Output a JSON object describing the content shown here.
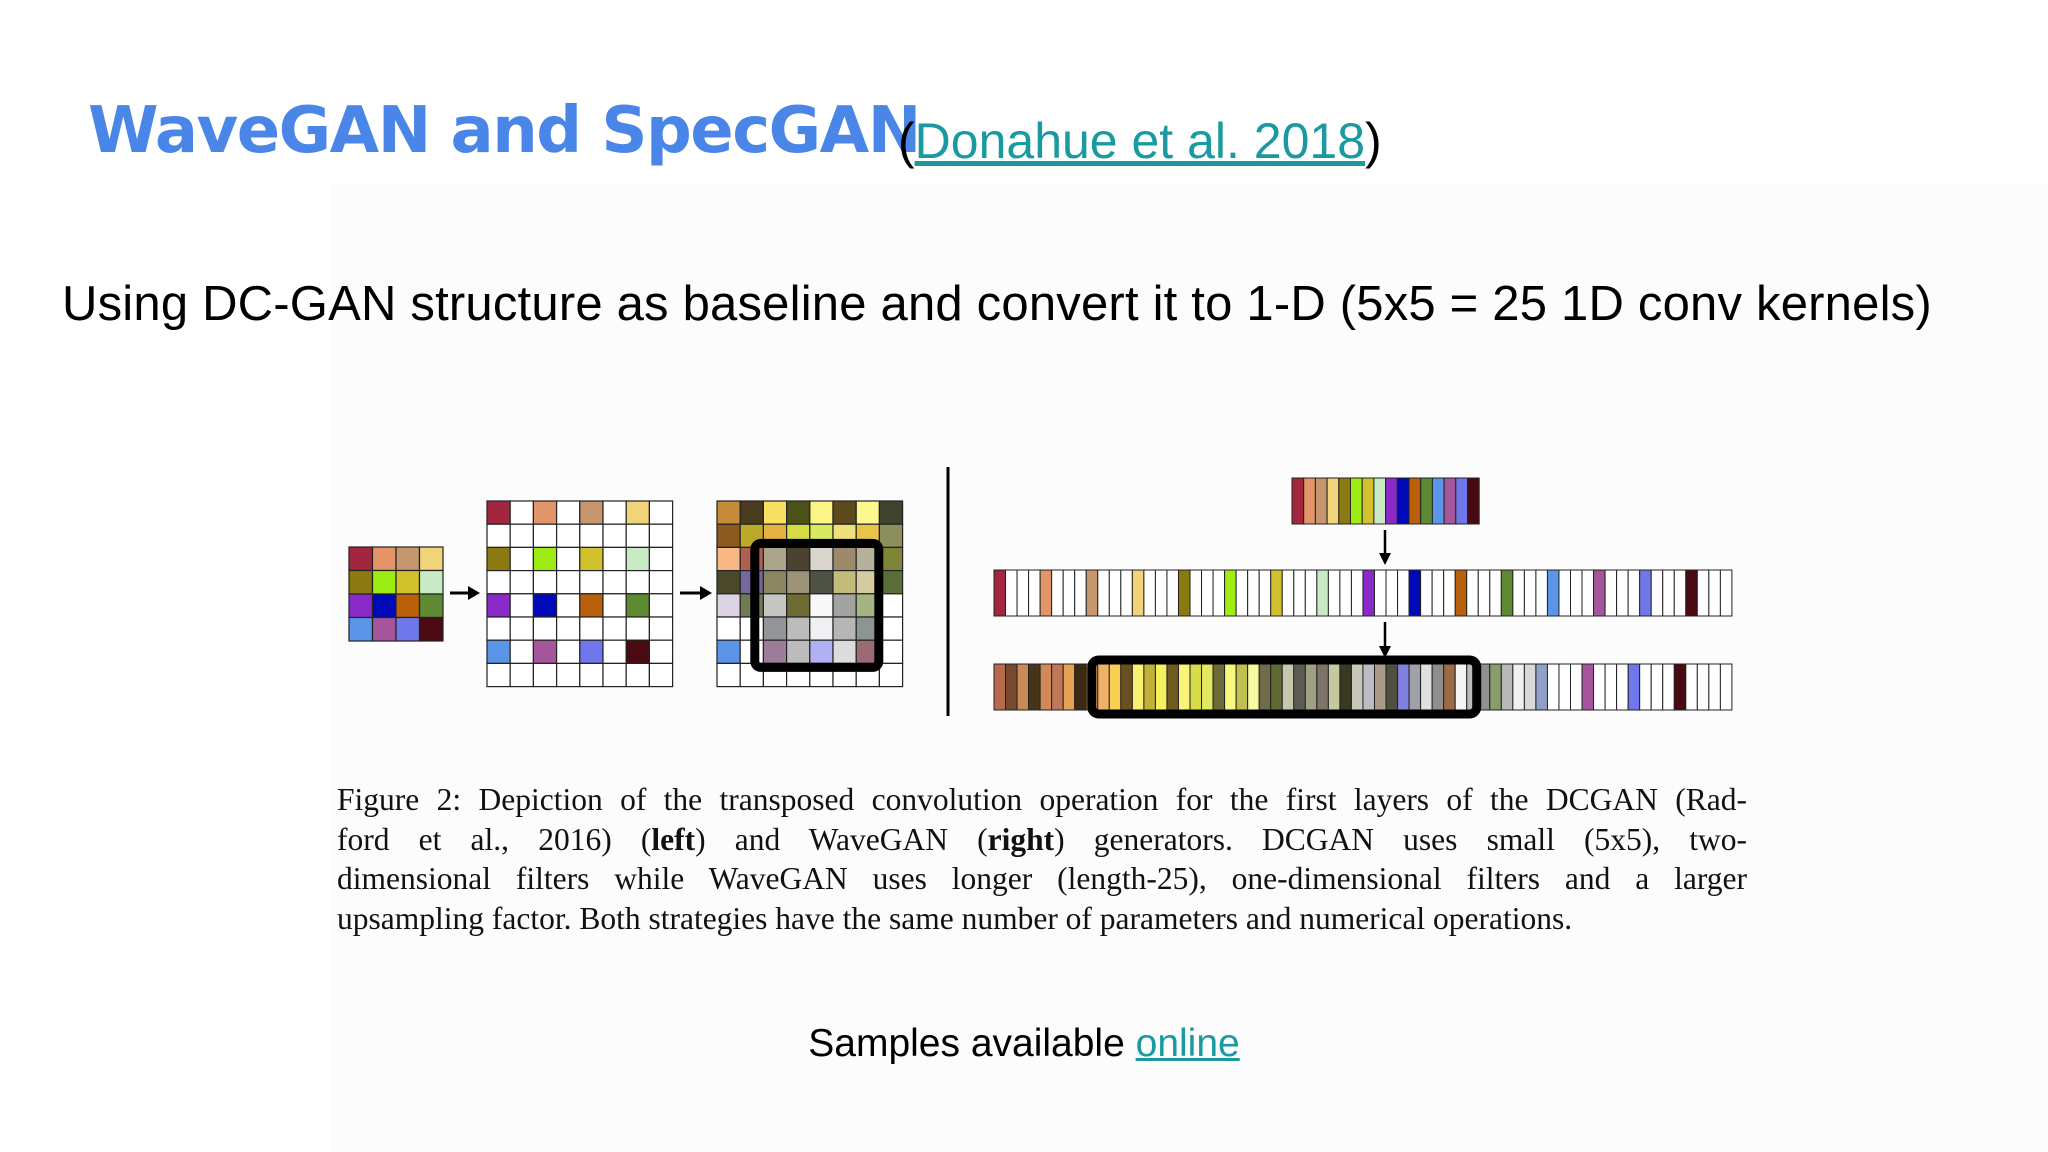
{
  "slide": {
    "title": "WaveGAN and SpecGAN",
    "citation": {
      "open_paren": "(",
      "link_text": "Donahue et al. 2018",
      "close_paren": ")"
    },
    "subtitle": "Using DC-GAN structure as baseline and convert it to 1-D (5x5 = 25 1D conv kernels)",
    "samples": {
      "prefix": "Samples available ",
      "link_text": "online"
    },
    "colors": {
      "title": "#4a86e8",
      "link": "#1a9aa0",
      "text": "#000000"
    }
  },
  "figure": {
    "caption_lines": [
      [
        "Figure 2: Depiction of the transposed convolution operation for the first layers of the DCGAN (Rad-"
      ],
      [
        "ford et al., 2016) (",
        "left",
        ") and WaveGAN (",
        "right",
        ") generators.  DCGAN uses small (5x5), two-"
      ],
      [
        "dimensional filters while WaveGAN uses longer (length-25), one-dimensional filters and a larger"
      ],
      [
        "upsampling factor. Both strategies have the same number of parameters and numerical operations."
      ]
    ],
    "left_panel": {
      "input_grid_4x4": [
        [
          "#a3263f",
          "#e39468",
          "#c6966e",
          "#f1d37a"
        ],
        [
          "#8a7a10",
          "#9ded14",
          "#d1c12d",
          "#c8ebc6"
        ],
        [
          "#8a2ac8",
          "#0009b8",
          "#b8600c",
          "#5e8a33"
        ],
        [
          "#5a95e8",
          "#a4559c",
          "#6f78ea",
          "#4a0a12"
        ]
      ],
      "upsampled_grid_8x8_colored_cells": "input cells placed at even row/col positions, others white",
      "output_grid_8x8": [
        [
          "#c58a3a",
          "#4a3a1e",
          "#f8e060",
          "#4d5318",
          "#fbf586",
          "#5c4a1c",
          "#fcf890",
          "#40432e"
        ],
        [
          "#8a5a1f",
          "#bca928",
          "#e6b244",
          "#d6dc48",
          "#d8ea60",
          "#efe07c",
          "#e8c44a",
          "#8c8f5c"
        ],
        [
          "#f8b886",
          "#b06050",
          "#a8a58c",
          "#4c4230",
          "#d8d6ce",
          "#9c8a6a",
          "#b4b09a",
          "#7e8438"
        ],
        [
          "#4a4a2a",
          "#75689c",
          "#8a8660",
          "#9c9478",
          "#4e5244",
          "#c2bc7a",
          "#d4cca0",
          "#5a6e3a"
        ],
        [
          "#dcd4e4",
          "#6e7c52",
          "#c6c6c2",
          "#6c6c34",
          "#f8f8f8",
          "#a2a2a0",
          "#a6b482",
          "#ffffff"
        ],
        [
          "#ffffff",
          "#ffffff",
          "#929696",
          "#bcbcbc",
          "#f0f0f2",
          "#b6b6b6",
          "#8e9494",
          "#ffffff"
        ],
        [
          "#5a95e8",
          "#ffffff",
          "#9c7c98",
          "#bcbcbc",
          "#b0b0f4",
          "#dcdcdc",
          "#9c6a74",
          "#ffffff"
        ],
        [
          "#ffffff",
          "#ffffff",
          "#ffffff",
          "#ffffff",
          "#ffffff",
          "#ffffff",
          "#ffffff",
          "#ffffff"
        ]
      ]
    },
    "right_panel": {
      "kernel_16": [
        "#a3263f",
        "#e39468",
        "#c6966e",
        "#f1d37a",
        "#8a7a10",
        "#9ded14",
        "#d1c12d",
        "#c8ebc6",
        "#8a2ac8",
        "#0009b8",
        "#b8600c",
        "#5e8a33",
        "#5a95e8",
        "#a4559c",
        "#6f78ea",
        "#4a0a12"
      ],
      "upsampled_64_step": 4,
      "output_64": [
        "#b86a4e",
        "#7a4a30",
        "#c98a5a",
        "#4a3418",
        "#d08a58",
        "#c0785a",
        "#e8a052",
        "#3e2a10",
        "#eca862",
        "#f0b068",
        "#f6d04e",
        "#6a5020",
        "#faf070",
        "#c2b23c",
        "#f4f060",
        "#6e5a22",
        "#fcf478",
        "#d8dc48",
        "#e4ea60",
        "#6c6a38",
        "#f8f880",
        "#c0c050",
        "#f8f8a0",
        "#706c4a",
        "#5e6a30",
        "#c6c6ae",
        "#5c5c52",
        "#a09e84",
        "#7c7468",
        "#c8c8a0",
        "#383a24",
        "#c8c8b8",
        "#bcbcc4",
        "#a89c88",
        "#4e5040",
        "#8080e0",
        "#a0a0a8",
        "#e0e0e0",
        "#8e8e8e",
        "#9c6a44",
        "#f4f4f4",
        "#bcbcbc",
        "#909090",
        "#8a9c6a",
        "#b8b8b8",
        "#f0f0f0",
        "#d8d8d8",
        "#90a0c8",
        "#ffffff",
        "#ffffff",
        "#ffffff",
        "#a4559c",
        "#ffffff",
        "#ffffff",
        "#ffffff",
        "#6f78ea",
        "#ffffff",
        "#ffffff",
        "#ffffff",
        "#4a0a12",
        "#ffffff",
        "#ffffff",
        "#ffffff",
        "#ffffff"
      ],
      "highlight_range": [
        9,
        41
      ]
    }
  }
}
